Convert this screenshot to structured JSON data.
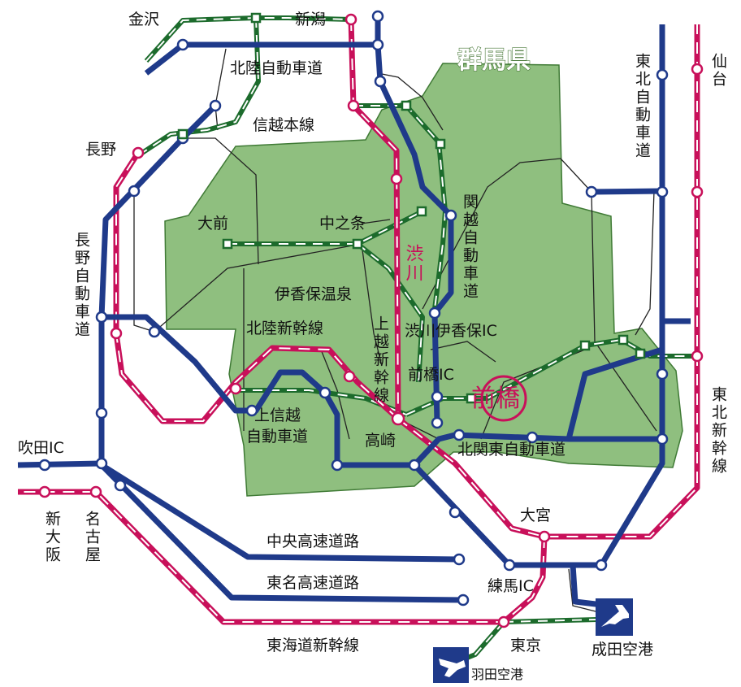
{
  "map": {
    "prefecture": "群馬県",
    "city": "前橋",
    "colors": {
      "prefecture_fill": "#8fbf7f",
      "highway": "#1f3a8a",
      "shinkansen": "#c8105a",
      "local_line": "#1c6b2c"
    },
    "labels": {
      "kanazawa": "金沢",
      "niigata": "新潟",
      "hokuriku_expressway": "北陸自動車道",
      "shinetsu_line": "信越本線",
      "nagano": "長野",
      "nagano_expressway": "長野自動車道",
      "omae": "大前",
      "nakanojo": "中之条",
      "shibukawa": "渋川",
      "kanetsu_expressway": "関越自動車道",
      "ikaho_onsen": "伊香保温泉",
      "hokuriku_shinkansen": "北陸新幹線",
      "joetsu_shinkansen": "上越新幹線",
      "shibukawa_ikaho_ic": "渋川伊香保IC",
      "maebashi_ic": "前橋IC",
      "joshinetsu_expressway": "上信越自動車道",
      "takasaki": "高崎",
      "kitakanto_expressway": "北関東自動車道",
      "suita_ic": "吹田IC",
      "shin_osaka": "新大阪",
      "nagoya": "名古屋",
      "omiya": "大宮",
      "chuo_expressway": "中央高速道路",
      "tomei_expressway": "東名高速道路",
      "nerima_ic": "練馬IC",
      "tokaido_shinkansen": "東海道新幹線",
      "tokyo": "東京",
      "narita_airport": "成田空港",
      "haneda_airport": "羽田空港",
      "sendai": "仙台",
      "tohoku_expressway": "東北自動車道",
      "tohoku_shinkansen": "東北新幹線"
    },
    "icons": [
      "airplane-icon"
    ]
  }
}
